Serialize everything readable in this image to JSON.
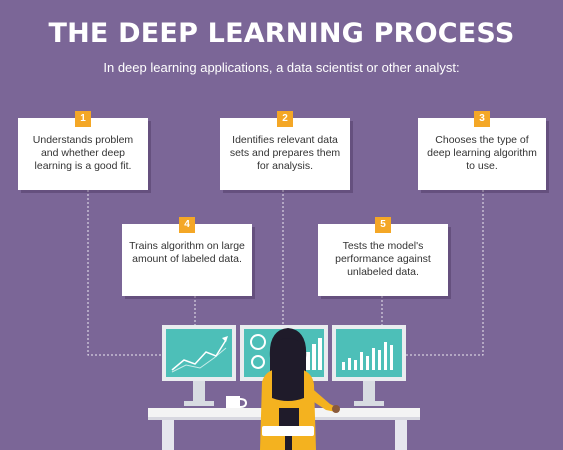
{
  "header": {
    "title": "THE DEEP LEARNING PROCESS",
    "subtitle": "In deep learning applications, a data scientist or other analyst:"
  },
  "steps": [
    {
      "number": "1",
      "text": "Understands problem and whether deep learning is a good fit."
    },
    {
      "number": "2",
      "text": "Identifies relevant data sets and prepares them for analysis."
    },
    {
      "number": "3",
      "text": "Chooses the type of deep learning algorithm to use."
    },
    {
      "number": "4",
      "text": "Trains algorithm on large amount of labeled data."
    },
    {
      "number": "5",
      "text": "Tests the model's performance against unlabeled data."
    }
  ],
  "colors": {
    "background": "#7b6697",
    "badge": "#f4a726",
    "screen": "#4dbfb8",
    "shirt": "#f4b21f",
    "hair": "#1f1b2a"
  }
}
